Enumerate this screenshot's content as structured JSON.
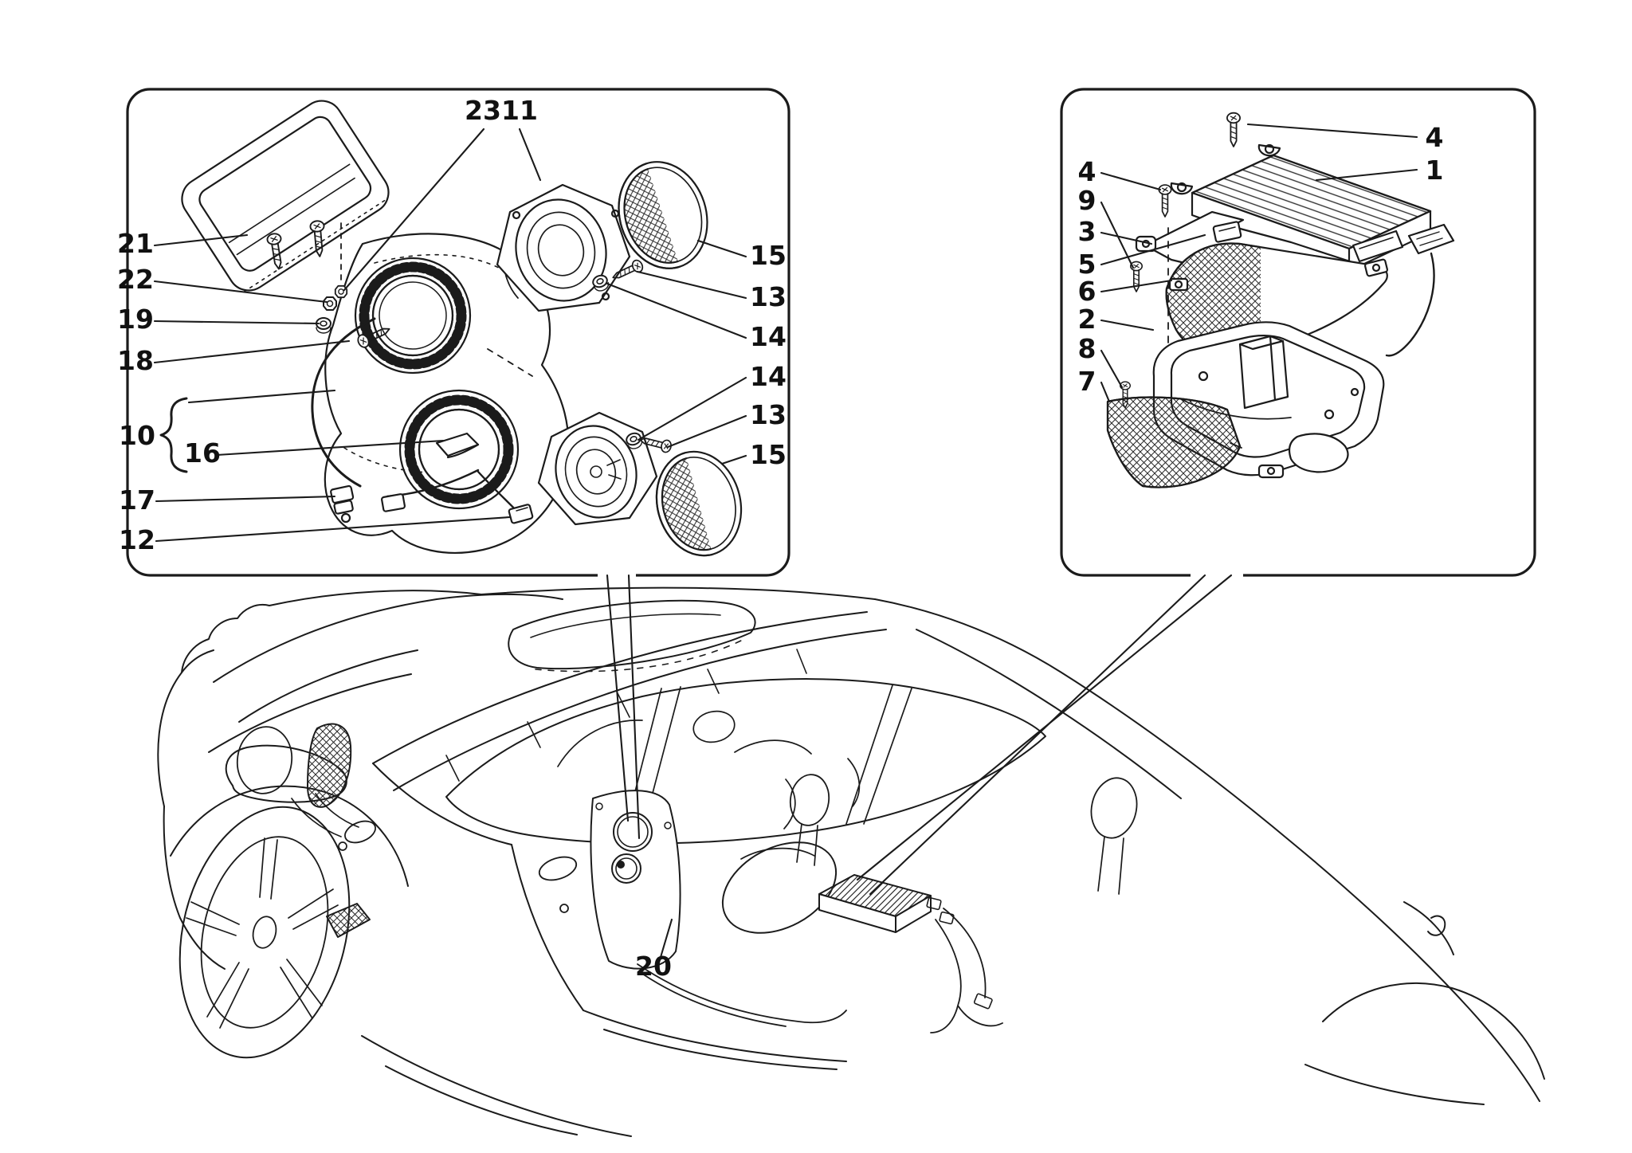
{
  "figure": {
    "kind": "exploded-parts-diagram",
    "background": "#ffffff",
    "line_color": "#1b1b1b",
    "text_color": "#111111"
  },
  "left_panel": {
    "name": "door-panel-and-speakers",
    "top_labels": [
      "23",
      "11"
    ],
    "left_labels": [
      "21",
      "22",
      "19",
      "18",
      "10",
      "16",
      "17",
      "12"
    ],
    "right_labels": [
      "15",
      "13",
      "14",
      "14",
      "13",
      "15"
    ]
  },
  "right_panel": {
    "name": "amplifier-and-console",
    "left_labels": [
      "4",
      "9",
      "3",
      "5",
      "6",
      "2",
      "8",
      "7"
    ],
    "right_labels": [
      "4",
      "1"
    ]
  },
  "car": {
    "location_label": "20"
  }
}
